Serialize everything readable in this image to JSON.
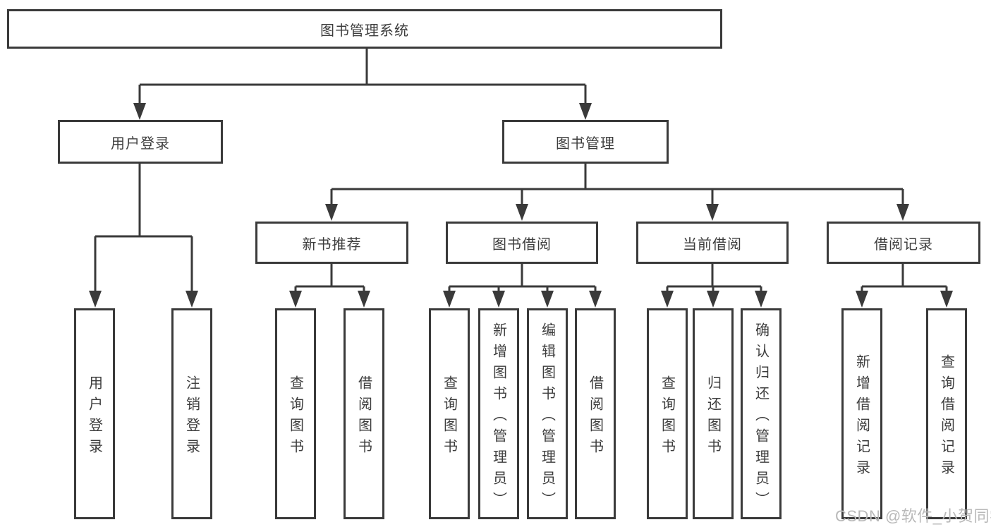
{
  "tree": {
    "root": "图书管理系统",
    "branches": [
      {
        "label": "用户登录",
        "children": [
          {
            "label": "用户登录"
          },
          {
            "label": "注销登录"
          }
        ]
      },
      {
        "label": "图书管理",
        "children": [
          {
            "label": "新书推荐",
            "children": [
              {
                "label": "查询图书"
              },
              {
                "label": "借阅图书"
              }
            ]
          },
          {
            "label": "图书借阅",
            "children": [
              {
                "label": "查询图书"
              },
              {
                "label": "新增图书（管理员）"
              },
              {
                "label": "编辑图书（管理员）"
              },
              {
                "label": "借阅图书"
              }
            ]
          },
          {
            "label": "当前借阅",
            "children": [
              {
                "label": "查询图书"
              },
              {
                "label": "归还图书"
              },
              {
                "label": "确认归还（管理员）"
              }
            ]
          },
          {
            "label": "借阅记录",
            "children": [
              {
                "label": "新增借阅记录"
              },
              {
                "label": "查询借阅记录"
              }
            ]
          }
        ]
      }
    ]
  },
  "watermark": {
    "text": "CSDN @软件_小贺同学"
  },
  "colors": {
    "line": "#3a3a3a",
    "text": "#3d3d3d",
    "watermark": "#b9b9b9",
    "background": "#ffffff"
  }
}
